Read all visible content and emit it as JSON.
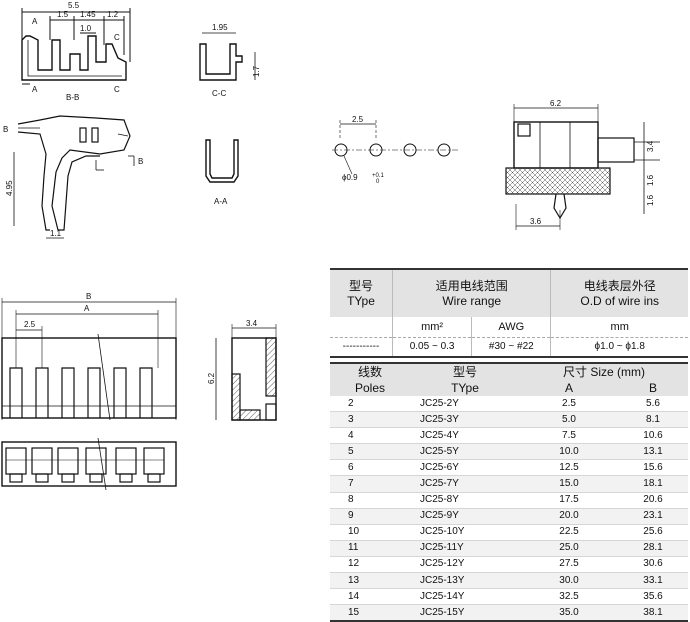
{
  "drawing": {
    "labels": {
      "view_bb": "B-B",
      "view_cc": "C-C",
      "view_aa": "A-A",
      "mark_a": "A",
      "mark_b": "B",
      "mark_c": "C"
    },
    "dims": {
      "total_width": "5.5",
      "seg1": "1.5",
      "seg2": "1.45",
      "seg3": "1.2",
      "seg_inner": "1.0",
      "cc_width": "1.95",
      "cc_height": "1.7",
      "length": "4.95",
      "foot": "1.1",
      "pitch_pcb": "2.5",
      "hole": "ϕ0.9",
      "hole_tol_plus": "+0.1",
      "hole_tol_minus": "0",
      "side_width": "6.2",
      "side_h1": "3.4",
      "side_h2": "1.6",
      "side_h3": "1.6",
      "pin_offset": "3.6",
      "housing_b": "B",
      "housing_a": "A",
      "housing_pitch": "2.5",
      "housing_depth": "3.4",
      "housing_height": "6.2"
    }
  },
  "spec_table": {
    "type_cn": "型号",
    "type_en": "TYpe",
    "wire_cn": "适用电线范围",
    "wire_en": "Wire range",
    "od_cn": "电线表层外径",
    "od_en": "O.D of wire ins",
    "unit_mm2": "mm²",
    "unit_awg": "AWG",
    "unit_mm": "mm",
    "row_type": "-----------",
    "row_mm2": "0.05 ~ 0.3",
    "row_awg": "#30 ~ #22",
    "row_od": "ϕ1.0 ~ ϕ1.8"
  },
  "size_table": {
    "poles_cn": "线数",
    "poles_en": "Poles",
    "type_cn": "型号",
    "type_en": "TYpe",
    "size_label": "尺寸 Size (mm)",
    "col_a": "A",
    "col_b": "B",
    "rows": [
      {
        "poles": "2",
        "type": "JC25-2Y",
        "a": "2.5",
        "b": "5.6"
      },
      {
        "poles": "3",
        "type": "JC25-3Y",
        "a": "5.0",
        "b": "8.1"
      },
      {
        "poles": "4",
        "type": "JC25-4Y",
        "a": "7.5",
        "b": "10.6"
      },
      {
        "poles": "5",
        "type": "JC25-5Y",
        "a": "10.0",
        "b": "13.1"
      },
      {
        "poles": "6",
        "type": "JC25-6Y",
        "a": "12.5",
        "b": "15.6"
      },
      {
        "poles": "7",
        "type": "JC25-7Y",
        "a": "15.0",
        "b": "18.1"
      },
      {
        "poles": "8",
        "type": "JC25-8Y",
        "a": "17.5",
        "b": "20.6"
      },
      {
        "poles": "9",
        "type": "JC25-9Y",
        "a": "20.0",
        "b": "23.1"
      },
      {
        "poles": "10",
        "type": "JC25-10Y",
        "a": "22.5",
        "b": "25.6"
      },
      {
        "poles": "11",
        "type": "JC25-11Y",
        "a": "25.0",
        "b": "28.1"
      },
      {
        "poles": "12",
        "type": "JC25-12Y",
        "a": "27.5",
        "b": "30.6"
      },
      {
        "poles": "13",
        "type": "JC25-13Y",
        "a": "30.0",
        "b": "33.1"
      },
      {
        "poles": "14",
        "type": "JC25-14Y",
        "a": "32.5",
        "b": "35.6"
      },
      {
        "poles": "15",
        "type": "JC25-15Y",
        "a": "35.0",
        "b": "38.1"
      }
    ]
  }
}
